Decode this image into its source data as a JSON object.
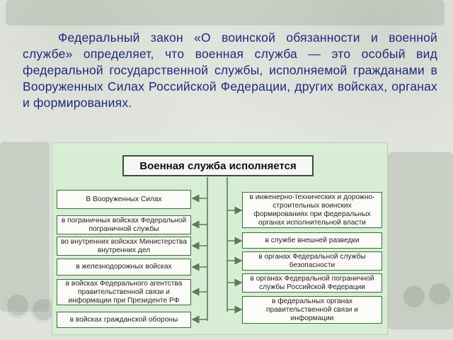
{
  "intro_text": "Федеральный закон «О воинской обязанности и военной службе» определяет, что военная служба — это особый вид федеральной государственной службы, исполняемой гражданами в Вооруженных Силах Российской Федерации, других войсках, органах и формированиях.",
  "diagram": {
    "title": "Военная служба исполняется",
    "left_items": [
      "В Вооруженных Силах",
      "в пограничных войсках Федеральной пограничной службы",
      "во внутренних войсках Министерства внутренних дел",
      "в железнодорожных войсках",
      "в войсках Федерального агентства правительственной связи и информации при Президенте РФ",
      "в войсках гражданской обороны"
    ],
    "right_items": [
      "в инженерно-технических и дорожно-строительных воинских формированиях при федеральных органах исполнительной власти",
      "в службе внешней разведки",
      "в органах Федеральной службы безопасности",
      "в органах Федеральной пограничной службы Российской Федерации",
      "в федеральных органах правительственной связи и информации"
    ],
    "line_color": "#5a7a58",
    "panel_color": "#d8eed4"
  }
}
